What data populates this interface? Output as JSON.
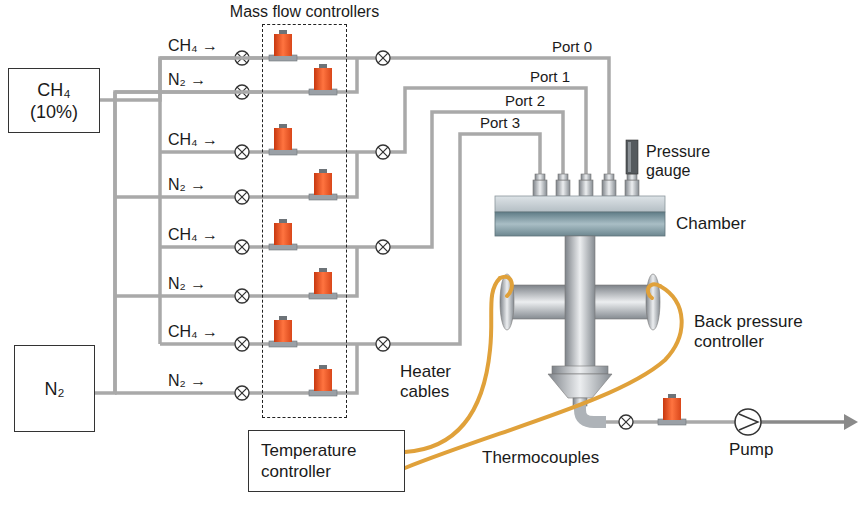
{
  "diagram": {
    "nodes": [
      {
        "text": [
          "Mass flow controllers"
        ]
      },
      {
        "text": [
          "CH₄ (10%)"
        ]
      },
      {
        "text": [
          "N₂"
        ]
      },
      {
        "text": [
          "Temperature controller"
        ]
      }
    ],
    "edges": [
      {
        "from": 1,
        "to": 0,
        "arrow": "none"
      },
      {
        "from": 2,
        "to": 0,
        "arrow": "none"
      }
    ],
    "labels": [
      "CH₄ →",
      "N₂ →",
      "CH₄ →",
      "N₂ →",
      "CH₄ →",
      "N₂ →",
      "CH₄ →",
      "N₂ →",
      "Port 0",
      "Port 1",
      "Port 2",
      "Port 3",
      "Pressure gauge",
      "Chamber",
      "Back pressure controller",
      "Heater cables",
      "Thermocouples",
      "Pump"
    ]
  }
}
